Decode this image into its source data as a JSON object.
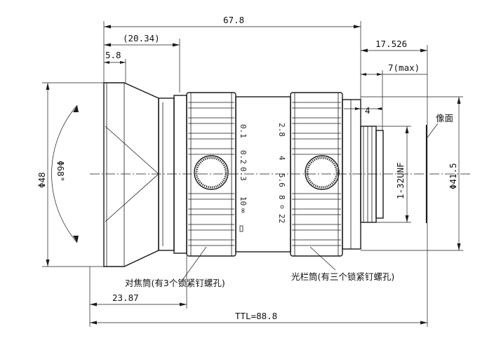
{
  "dimensions": {
    "overall_length": "67.8",
    "front_offset": "(20.34)",
    "front_lip": "5.8",
    "flange_distance": "17.526",
    "max_protrusion": "7(max)",
    "mount_step": "4",
    "diameter_front": "Φ48",
    "diameter_optical": "Φ68°",
    "diameter_body": "Φ41.5",
    "mount_thread": "1-32UNF",
    "front_to_ring": "23.87",
    "total_track": "TTL=88.8"
  },
  "labels": {
    "image_plane": "像面",
    "focus_ring": "对焦筒(有3个锁紧钉螺孔)",
    "iris_ring": "光栏筒(有三个锁紧钉螺孔)"
  },
  "scales": {
    "focus_top": "0.1",
    "focus_mid_a": "0.2",
    "focus_mid_b": "0.3",
    "focus_far": "10",
    "focus_inf": "∞",
    "iris_a": "2.8",
    "iris_b": "4",
    "iris_c": "5.6",
    "iris_d": "8",
    "iris_e": "22"
  }
}
